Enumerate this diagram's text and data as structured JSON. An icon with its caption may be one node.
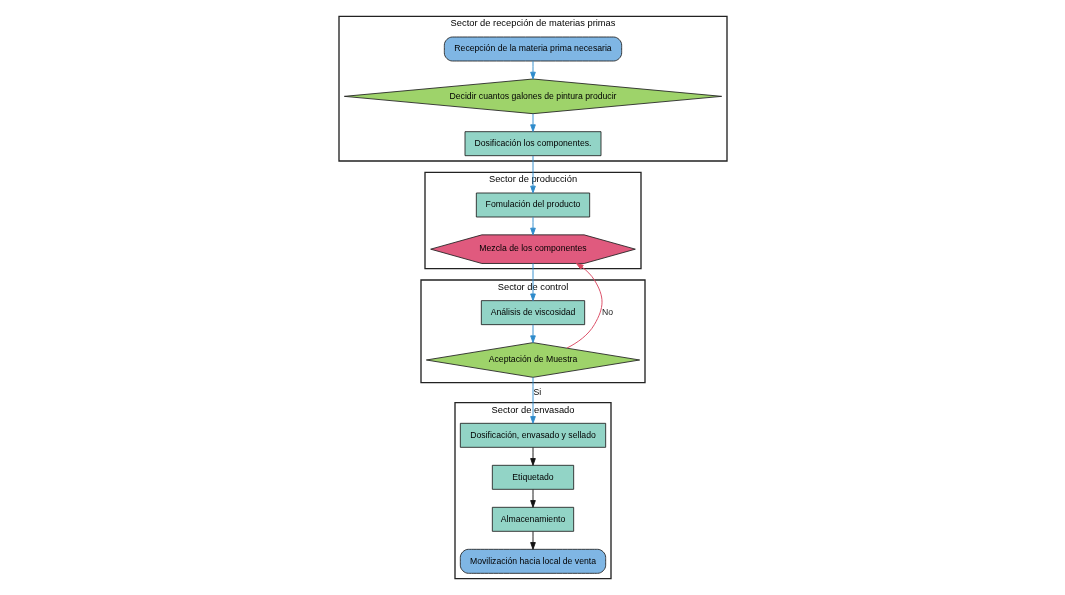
{
  "diagram": {
    "nodes": [
      {
        "text": [
          "Sector de recepción de materias primas"
        ]
      },
      {
        "text": [
          "Recepción de la materia prima necesaria"
        ],
        "in": 0
      },
      {
        "text": [
          "Decidir cuantos galones de pintura producir"
        ],
        "in": 0
      },
      {
        "text": [
          "Dosificación los componentes."
        ],
        "in": 0
      },
      {
        "text": [
          "Sector de producción"
        ]
      },
      {
        "text": [
          "Fomulación del producto"
        ],
        "in": 4
      },
      {
        "text": [
          "Mezcla de los componentes"
        ],
        "in": 4
      },
      {
        "text": [
          "Sector de control"
        ]
      },
      {
        "text": [
          "Análisis de viscosidad"
        ],
        "in": 7
      },
      {
        "text": [
          "Aceptación de Muestra"
        ],
        "in": 7
      },
      {
        "text": [
          "Sector de envasado"
        ]
      },
      {
        "text": [
          "Dosificación, envasado y sellado"
        ],
        "in": 10
      },
      {
        "text": [
          "Etiquetado"
        ],
        "in": 10
      },
      {
        "text": [
          "Almacenamiento"
        ],
        "in": 10
      },
      {
        "text": [
          "Movilización hacia local de venta"
        ],
        "in": 10
      }
    ],
    "edges": [
      {
        "from": 1,
        "to": 2,
        "arrow": "to"
      },
      {
        "from": 2,
        "to": 3,
        "arrow": "to"
      },
      {
        "from": 3,
        "to": 5,
        "arrow": "to"
      },
      {
        "from": 5,
        "to": 6,
        "arrow": "to"
      },
      {
        "from": 6,
        "to": 8,
        "arrow": "to"
      },
      {
        "from": 8,
        "to": 9,
        "arrow": "to"
      },
      {
        "from": 9,
        "to": 11,
        "arrow": "to",
        "label": "Si"
      },
      {
        "from": 11,
        "to": 12,
        "arrow": "to",
        "color": "#111111"
      },
      {
        "from": 12,
        "to": 13,
        "arrow": "to",
        "color": "#111111"
      },
      {
        "from": 13,
        "to": 14,
        "arrow": "to",
        "color": "#111111"
      },
      {
        "from": 9,
        "to": 6,
        "arrow": "to",
        "label": "No",
        "color": "#d9455f"
      }
    ]
  }
}
